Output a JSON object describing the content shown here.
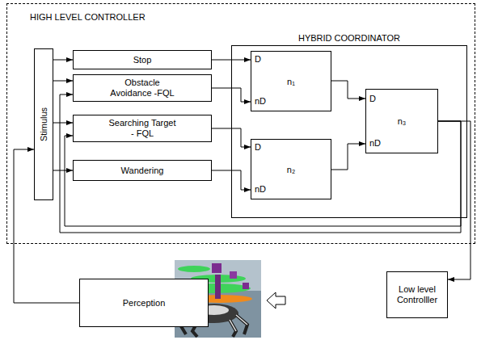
{
  "diagram": {
    "nodes": [
      {
        "text": [
          "HIGH LEVEL CONTROLLER"
        ]
      },
      {
        "text": [
          "Stimulus"
        ],
        "in": 0
      },
      {
        "text": [
          "Stop"
        ],
        "in": 0
      },
      {
        "text": [
          "Obstacle Avoidance -FQL"
        ],
        "in": 0
      },
      {
        "text": [
          "Searching Target - FQL"
        ],
        "in": 0
      },
      {
        "text": [
          "Wandering"
        ],
        "in": 0
      },
      {
        "text": [
          "HYBRID COORDINATOR"
        ],
        "in": 0
      },
      {
        "text": [
          "D",
          "n₁",
          "nD"
        ],
        "in": 6
      },
      {
        "text": [
          "D",
          "n₂",
          "nD"
        ],
        "in": 6
      },
      {
        "text": [
          "D",
          "n₃",
          "nD"
        ],
        "in": 6
      },
      {
        "text": [
          "Perception"
        ]
      },
      {
        "text": [
          "Low level Controlller"
        ]
      }
    ],
    "edges": [
      {
        "from": 1,
        "to": 2,
        "arrow": "to"
      },
      {
        "from": 1,
        "to": 3,
        "arrow": "to"
      },
      {
        "from": 1,
        "to": 4,
        "arrow": "to"
      },
      {
        "from": 1,
        "to": 5,
        "arrow": "to"
      },
      {
        "from": 2,
        "to": 7,
        "arrow": "to"
      },
      {
        "from": 3,
        "to": 7,
        "arrow": "to"
      },
      {
        "from": 4,
        "to": 8,
        "arrow": "to"
      },
      {
        "from": 5,
        "to": 8,
        "arrow": "to"
      },
      {
        "from": 7,
        "to": 9,
        "arrow": "to"
      },
      {
        "from": 8,
        "to": 9,
        "arrow": "to"
      },
      {
        "from": 9,
        "to": 3,
        "arrow": "to"
      },
      {
        "from": 9,
        "to": 4,
        "arrow": "to"
      },
      {
        "from": 9,
        "to": 11,
        "arrow": "to"
      },
      {
        "from": 10,
        "to": 1,
        "arrow": "to"
      }
    ]
  }
}
